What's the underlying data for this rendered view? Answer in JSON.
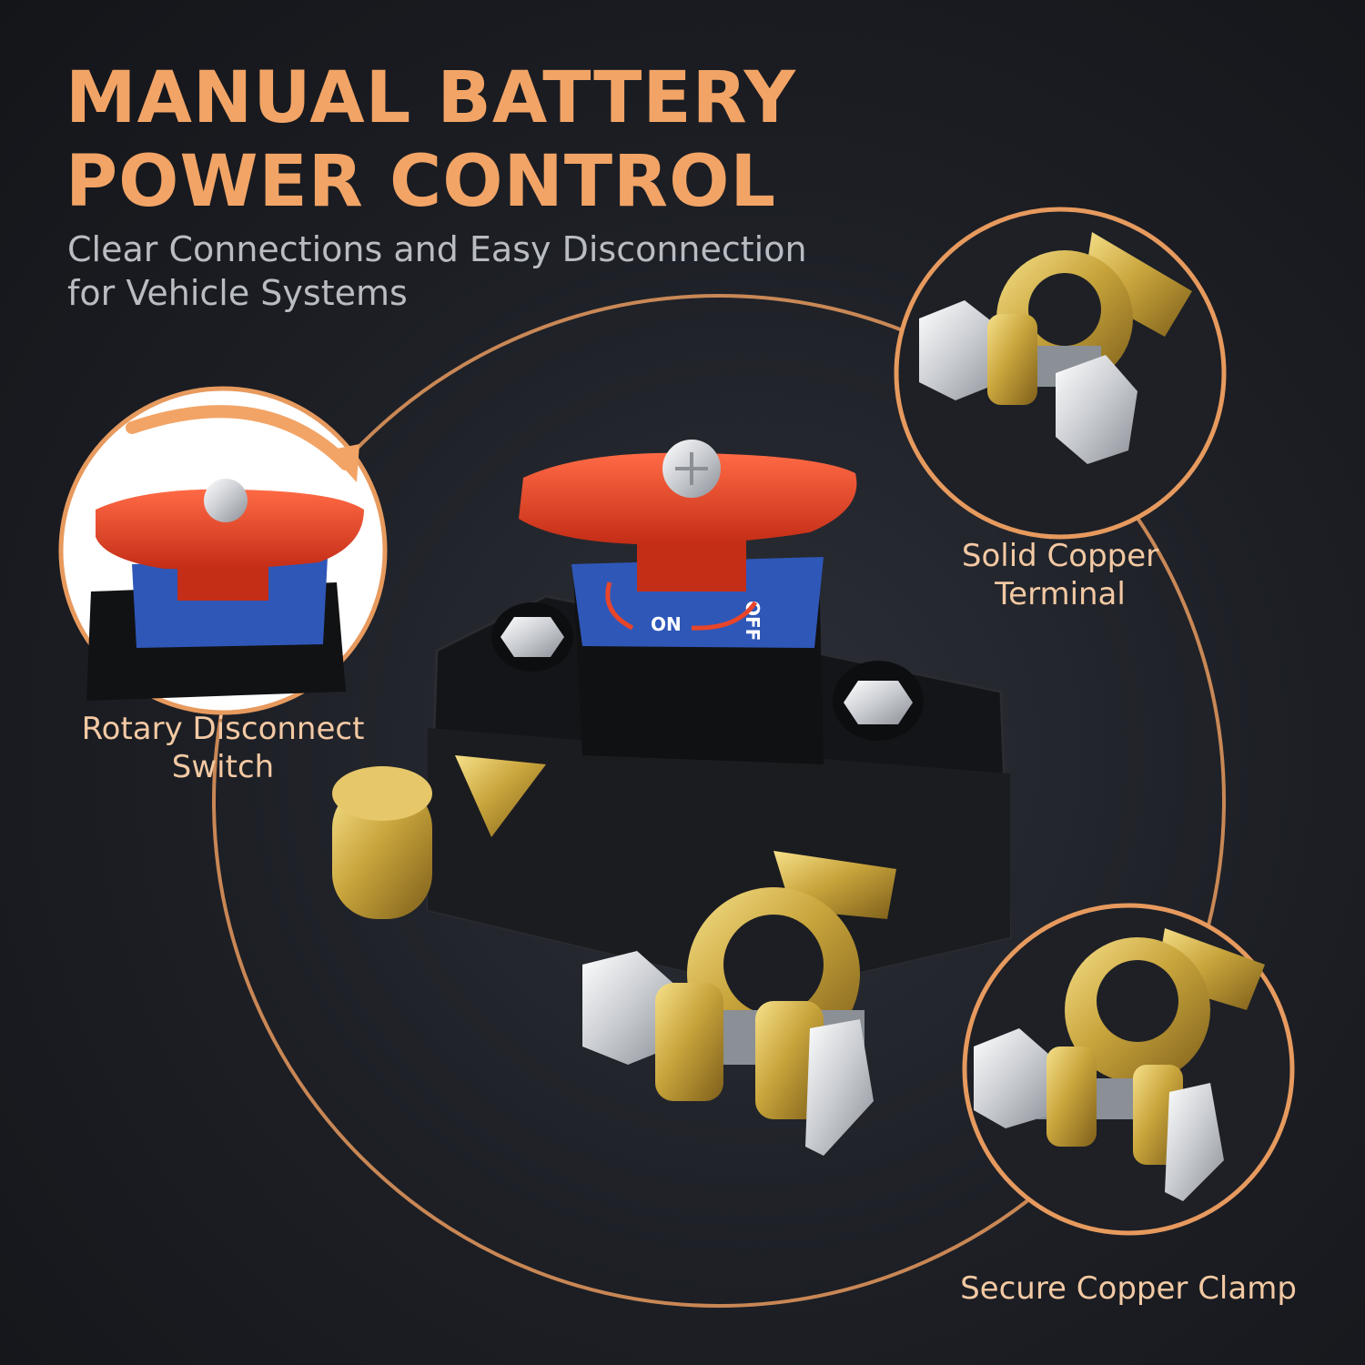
{
  "headline": {
    "line1": "MANUAL BATTERY",
    "line2": "POWER CONTROL"
  },
  "subheadline": {
    "line1": "Clear Connections and Easy Disconnection",
    "line2": "for Vehicle Systems"
  },
  "callouts": {
    "rotary": {
      "line1": "Rotary Disconnect",
      "line2": "Switch"
    },
    "terminal": {
      "line1": "Solid Copper",
      "line2": "Terminal"
    },
    "clamp": {
      "line1": "Secure Copper Clamp"
    }
  },
  "switch_plate": {
    "on_label": "ON",
    "off_label": "OFF"
  },
  "colors": {
    "accent": "#f2a466",
    "knob": "#e8452a",
    "plate": "#2f57b8",
    "brass": "#c9a53c",
    "housing": "#16171a"
  }
}
